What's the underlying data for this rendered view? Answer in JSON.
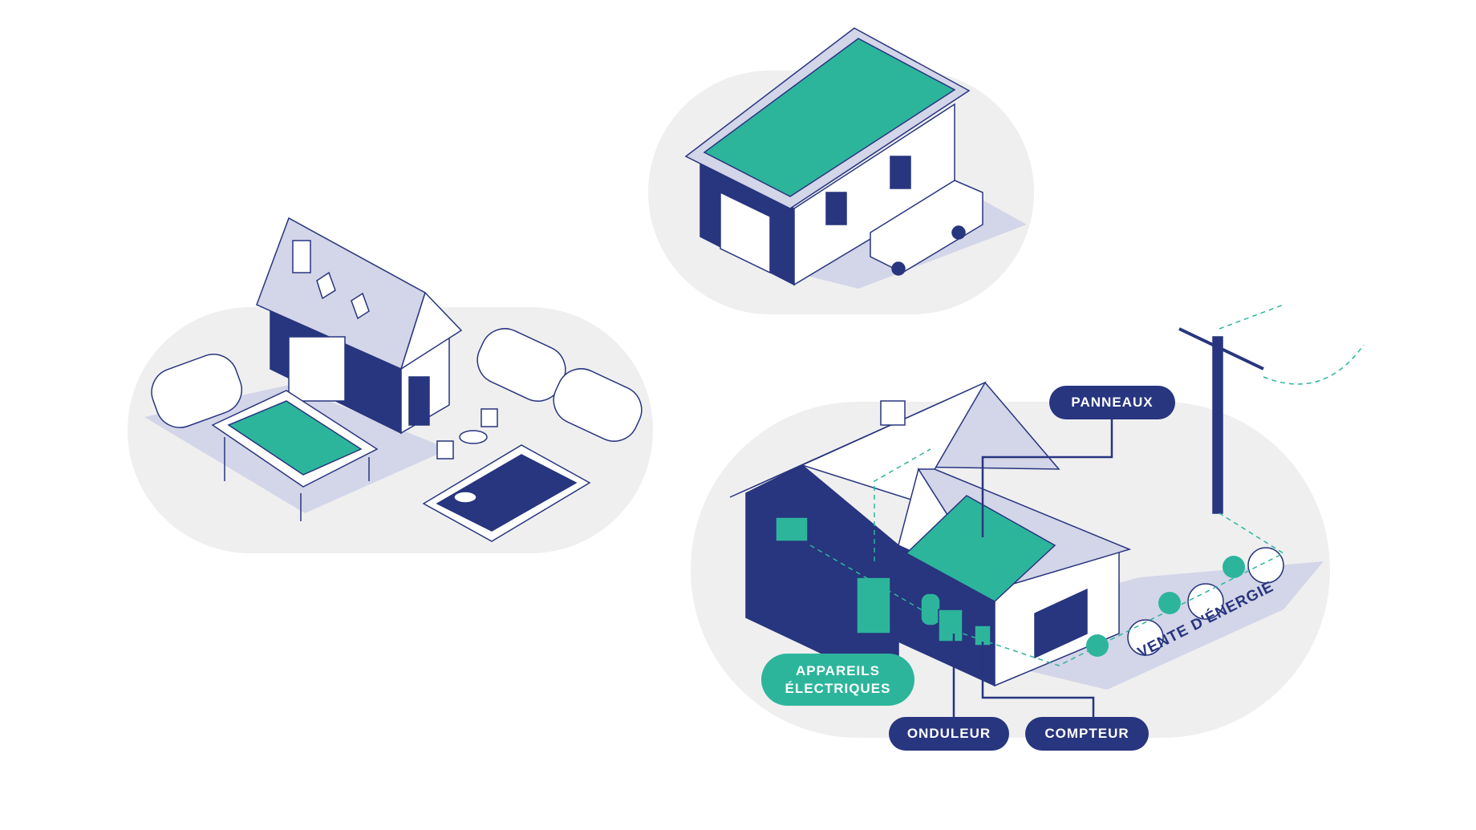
{
  "labels": {
    "panneaux": "PANNEAUX",
    "appareils_line1": "APPAREILS",
    "appareils_line2": "ÉLECTRIQUES",
    "onduleur": "ONDULEUR",
    "compteur": "COMPTEUR",
    "vente": "VENTE D'ÉNERGIE"
  },
  "colors": {
    "navy": "#28357f",
    "teal": "#2db59c",
    "blob": "#efeff0",
    "shadow": "#d3d5e8"
  }
}
